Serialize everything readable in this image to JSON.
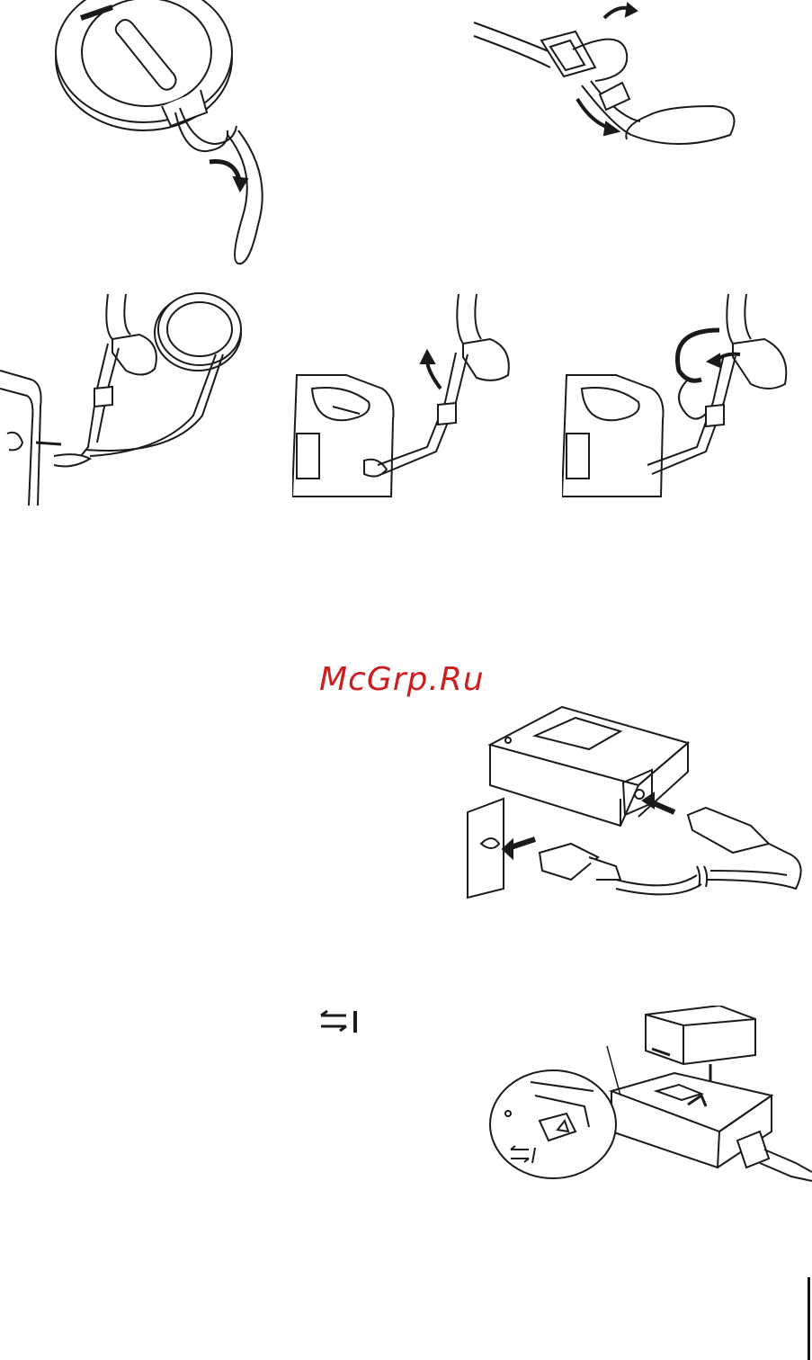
{
  "watermark": {
    "text": "McGrp.Ru",
    "color": "#cc1f1f"
  },
  "illustrations": [
    {
      "id": "lens-cap-cord",
      "icon": "lens-cap-with-cord"
    },
    {
      "id": "strap-buckle",
      "icon": "strap-through-buckle"
    },
    {
      "id": "strap-step-1",
      "icon": "camera-strap-with-lens-cap"
    },
    {
      "id": "strap-step-2",
      "icon": "camera-strap-threading"
    },
    {
      "id": "strap-step-3",
      "icon": "camera-strap-looping"
    },
    {
      "id": "charger-connect",
      "icon": "charger-power-cord-outlet"
    },
    {
      "id": "battery-insert",
      "icon": "battery-into-charger"
    }
  ],
  "symbols": {
    "charge_indicator": "charge-indicator-icon",
    "callout_label": "⇆|"
  },
  "colors": {
    "line": "#1a1a1a",
    "page_rule": "#111111"
  }
}
